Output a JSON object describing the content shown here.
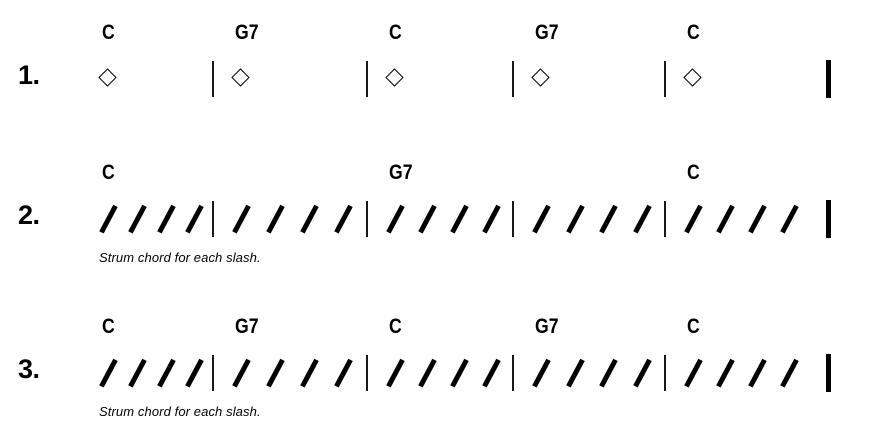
{
  "document": {
    "type": "music-practice-worksheet",
    "background_color": "#ffffff",
    "ink_color": "#000000"
  },
  "exercises": [
    {
      "number": "1.",
      "notation": "whole-note-diamonds",
      "measure_count": 5,
      "marks_per_measure": 1,
      "caption": "",
      "chords": [
        {
          "label": "C",
          "measure": 1
        },
        {
          "label": "G7",
          "measure": 2
        },
        {
          "label": "C",
          "measure": 3
        },
        {
          "label": "G7",
          "measure": 4
        },
        {
          "label": "C",
          "measure": 5
        }
      ]
    },
    {
      "number": "2.",
      "notation": "rhythm-slashes",
      "measure_count": 5,
      "marks_per_measure": 4,
      "caption": "Strum chord for each slash.",
      "chords": [
        {
          "label": "C",
          "measure": 1
        },
        {
          "label": "G7",
          "measure": 3
        },
        {
          "label": "C",
          "measure": 5
        }
      ]
    },
    {
      "number": "3.",
      "notation": "rhythm-slashes",
      "measure_count": 5,
      "marks_per_measure": 4,
      "caption": "Strum chord for each slash.",
      "chords": [
        {
          "label": "C",
          "measure": 1
        },
        {
          "label": "G7",
          "measure": 2
        },
        {
          "label": "C",
          "measure": 3
        },
        {
          "label": "G7",
          "measure": 4
        },
        {
          "label": "C",
          "measure": 5
        }
      ]
    }
  ]
}
